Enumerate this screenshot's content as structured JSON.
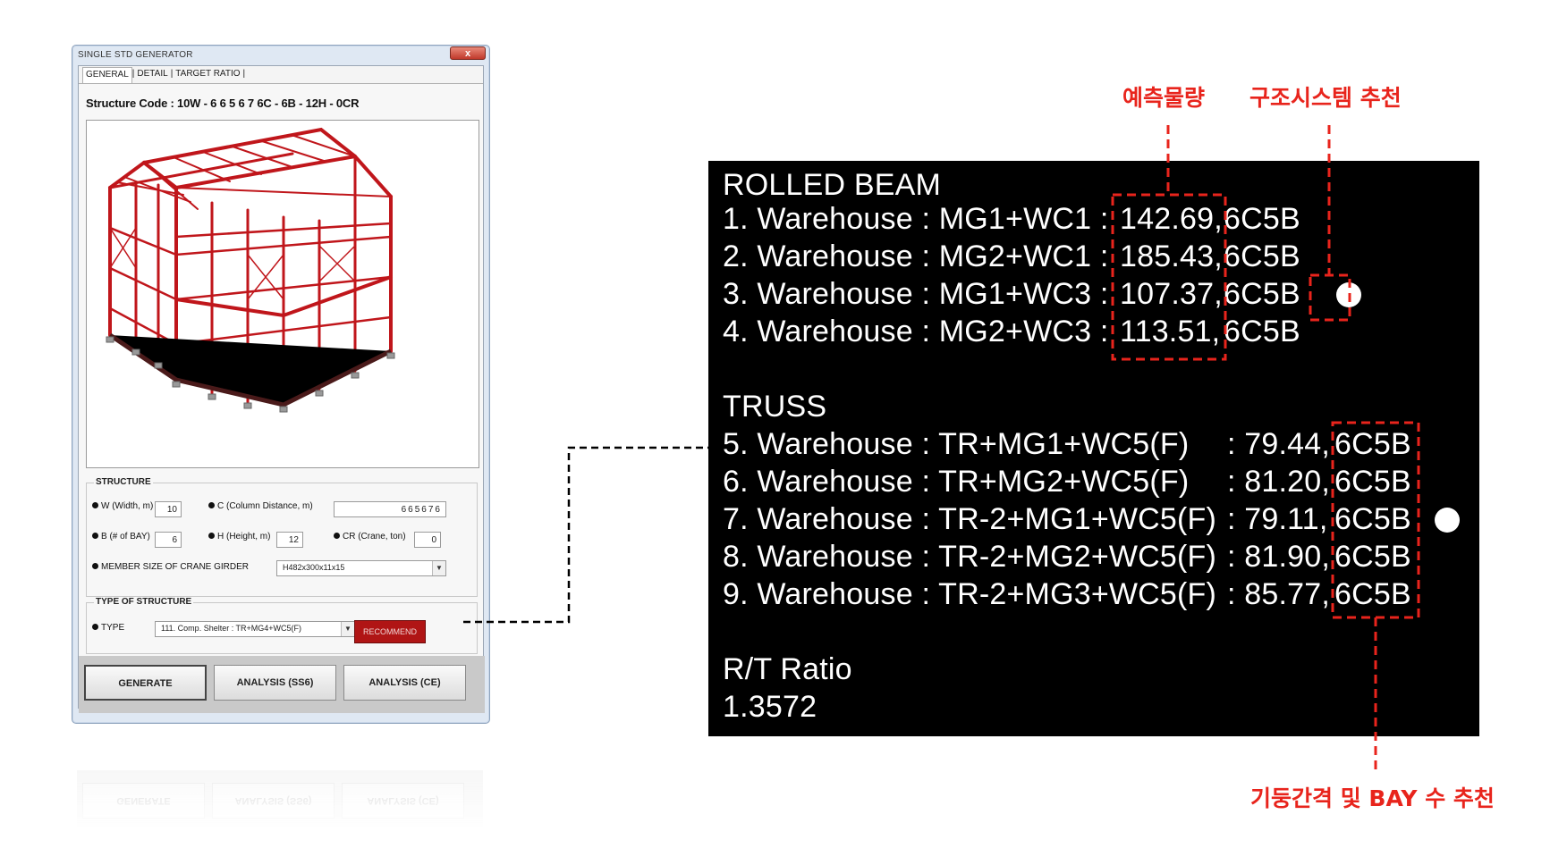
{
  "window": {
    "title": "SINGLE STD GENERATOR",
    "close_label": "x",
    "tabs": [
      "GENERAL",
      "DETAIL",
      "TARGET RATIO"
    ],
    "structure_code": "Structure Code : 10W - 6 6 5 6 7 6C - 6B - 12H - 0CR",
    "structure_group": {
      "title": "STRUCTURE",
      "width_label": "W (Width, m)",
      "width_value": "10",
      "column_label": "C (Column Distance, m)",
      "column_value": "665676",
      "bay_label": "B (# of BAY)",
      "bay_value": "6",
      "height_label": "H (Height, m)",
      "height_value": "12",
      "crane_label": "CR (Crane, ton)",
      "crane_value": "0",
      "girder_label": "MEMBER SIZE OF CRANE GIRDER",
      "girder_value": "H482x300x11x15"
    },
    "type_group": {
      "title": "TYPE OF STRUCTURE",
      "type_label": "TYPE",
      "type_value": "111. Comp. Shelter : TR+MG4+WC5(F)",
      "recommend_label": "RECOMMEND"
    },
    "buttons": {
      "generate": "GENERATE",
      "analysis_ss6": "ANALYSIS (SS6)",
      "analysis_ce": "ANALYSIS (CE)"
    }
  },
  "result": {
    "rolled_title": "ROLLED BEAM",
    "rolled_rows": [
      {
        "label": "1. Warehouse : MG1+WC1 :",
        "qty": "142.69,",
        "code": "6C5B"
      },
      {
        "label": "2. Warehouse : MG2+WC1 :",
        "qty": "185.43,",
        "code": "6C5B"
      },
      {
        "label": "3. Warehouse : MG1+WC3 :",
        "qty": "107.37,",
        "code": "6C5B"
      },
      {
        "label": "4. Warehouse : MG2+WC3 :",
        "qty": "113.51,",
        "code": "6C5B"
      }
    ],
    "truss_title": "TRUSS",
    "truss_rows": [
      {
        "label": "5. Warehouse : TR+MG1+WC5(F)",
        "qty": ": 79.44,",
        "code": "6C5B"
      },
      {
        "label": "6. Warehouse : TR+MG2+WC5(F)",
        "qty": ": 81.20,",
        "code": "6C5B"
      },
      {
        "label": "7. Warehouse : TR-2+MG1+WC5(F)",
        "qty": ": 79.11,",
        "code": "6C5B"
      },
      {
        "label": "8. Warehouse : TR-2+MG2+WC5(F)",
        "qty": ": 81.90,",
        "code": "6C5B"
      },
      {
        "label": "9. Warehouse : TR-2+MG3+WC5(F)",
        "qty": ": 85.77,",
        "code": "6C5B"
      }
    ],
    "ratio_title": "R/T Ratio",
    "ratio_value": "1.3572"
  },
  "callouts": {
    "quantity": "예측물량",
    "system": "구조시스템 추천",
    "bay": "기둥간격 및 BAY 수 추천"
  },
  "colors": {
    "accent_red": "#e8241c",
    "model_red": "#c0161b",
    "panel_bg": "#000000"
  }
}
